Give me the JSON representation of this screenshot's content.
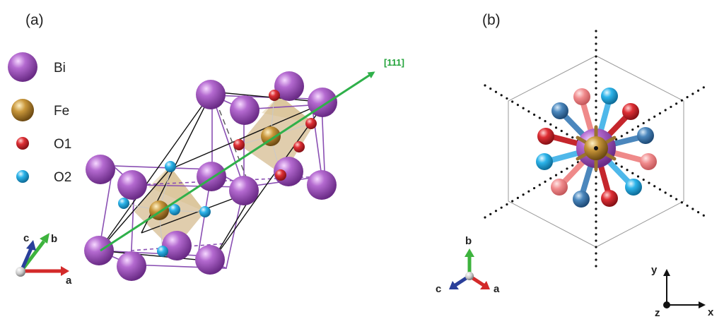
{
  "panel_a": {
    "label": "(a)",
    "direction_label": "[111]",
    "legend": [
      {
        "key": "bi",
        "label": "Bi",
        "color": "#9b4fb3"
      },
      {
        "key": "fe",
        "label": "Fe",
        "color": "#b8862f"
      },
      {
        "key": "o1",
        "label": "O1",
        "color": "#d4222a"
      },
      {
        "key": "o2",
        "label": "O2",
        "color": "#23a9e1"
      }
    ],
    "axes": {
      "a": "a",
      "b": "b",
      "c": "c"
    }
  },
  "panel_b": {
    "label": "(b)",
    "axes": {
      "a": "a",
      "b": "b",
      "c": "c"
    },
    "cartesian": {
      "x": "x",
      "y": "y",
      "z": "z"
    }
  },
  "colors": {
    "bi": "#9b4fb3",
    "fe": "#b8862f",
    "o1": "#d4222a",
    "o1_light": "#ef8a8a",
    "o2": "#23a9e1",
    "o2_dark": "#3a7fb8",
    "cell": "#8a4fb3",
    "arrow_111": "#2fb04a",
    "axis_a": "#d32a2a",
    "axis_b": "#3db33d",
    "axis_c": "#2a3f9a"
  }
}
